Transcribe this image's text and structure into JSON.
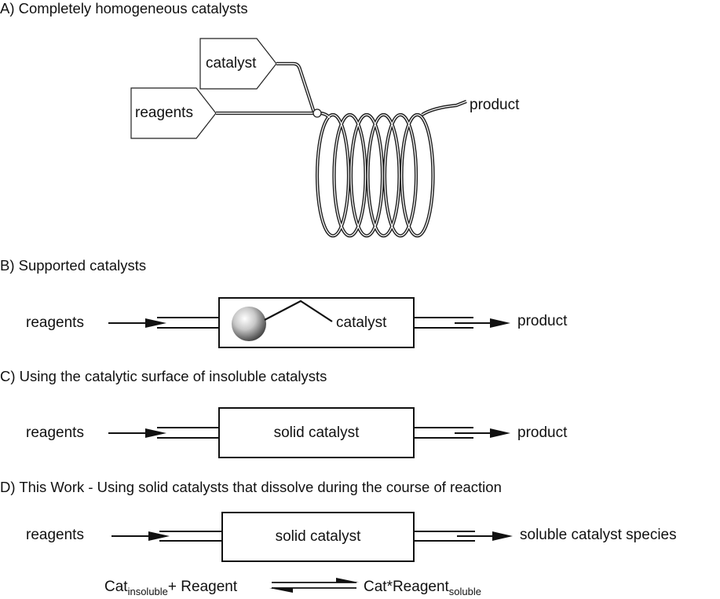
{
  "panels": {
    "a": {
      "heading": "A) Completely homogeneous catalysts",
      "catalyst_label": "catalyst",
      "reagents_label": "reagents",
      "product_label": "product",
      "coil_turns": 6
    },
    "b": {
      "heading": "B) Supported catalysts",
      "reagents_label": "reagents",
      "catalyst_label": "catalyst",
      "product_label": "product"
    },
    "c": {
      "heading": "C) Using the catalytic surface of insoluble catalysts",
      "reagents_label": "reagents",
      "box_label": "solid catalyst",
      "product_label": "product"
    },
    "d": {
      "heading": "D) This Work - Using solid catalysts that dissolve during the course of reaction",
      "reagents_label": "reagents",
      "box_label": "solid catalyst",
      "product_label": "soluble catalyst species",
      "equation": {
        "left_main": "Cat",
        "left_sub": "insoluble",
        "plus_reagent": "+ Reagent",
        "right_main": "Cat*Reagent",
        "right_sub": "soluble"
      }
    }
  }
}
